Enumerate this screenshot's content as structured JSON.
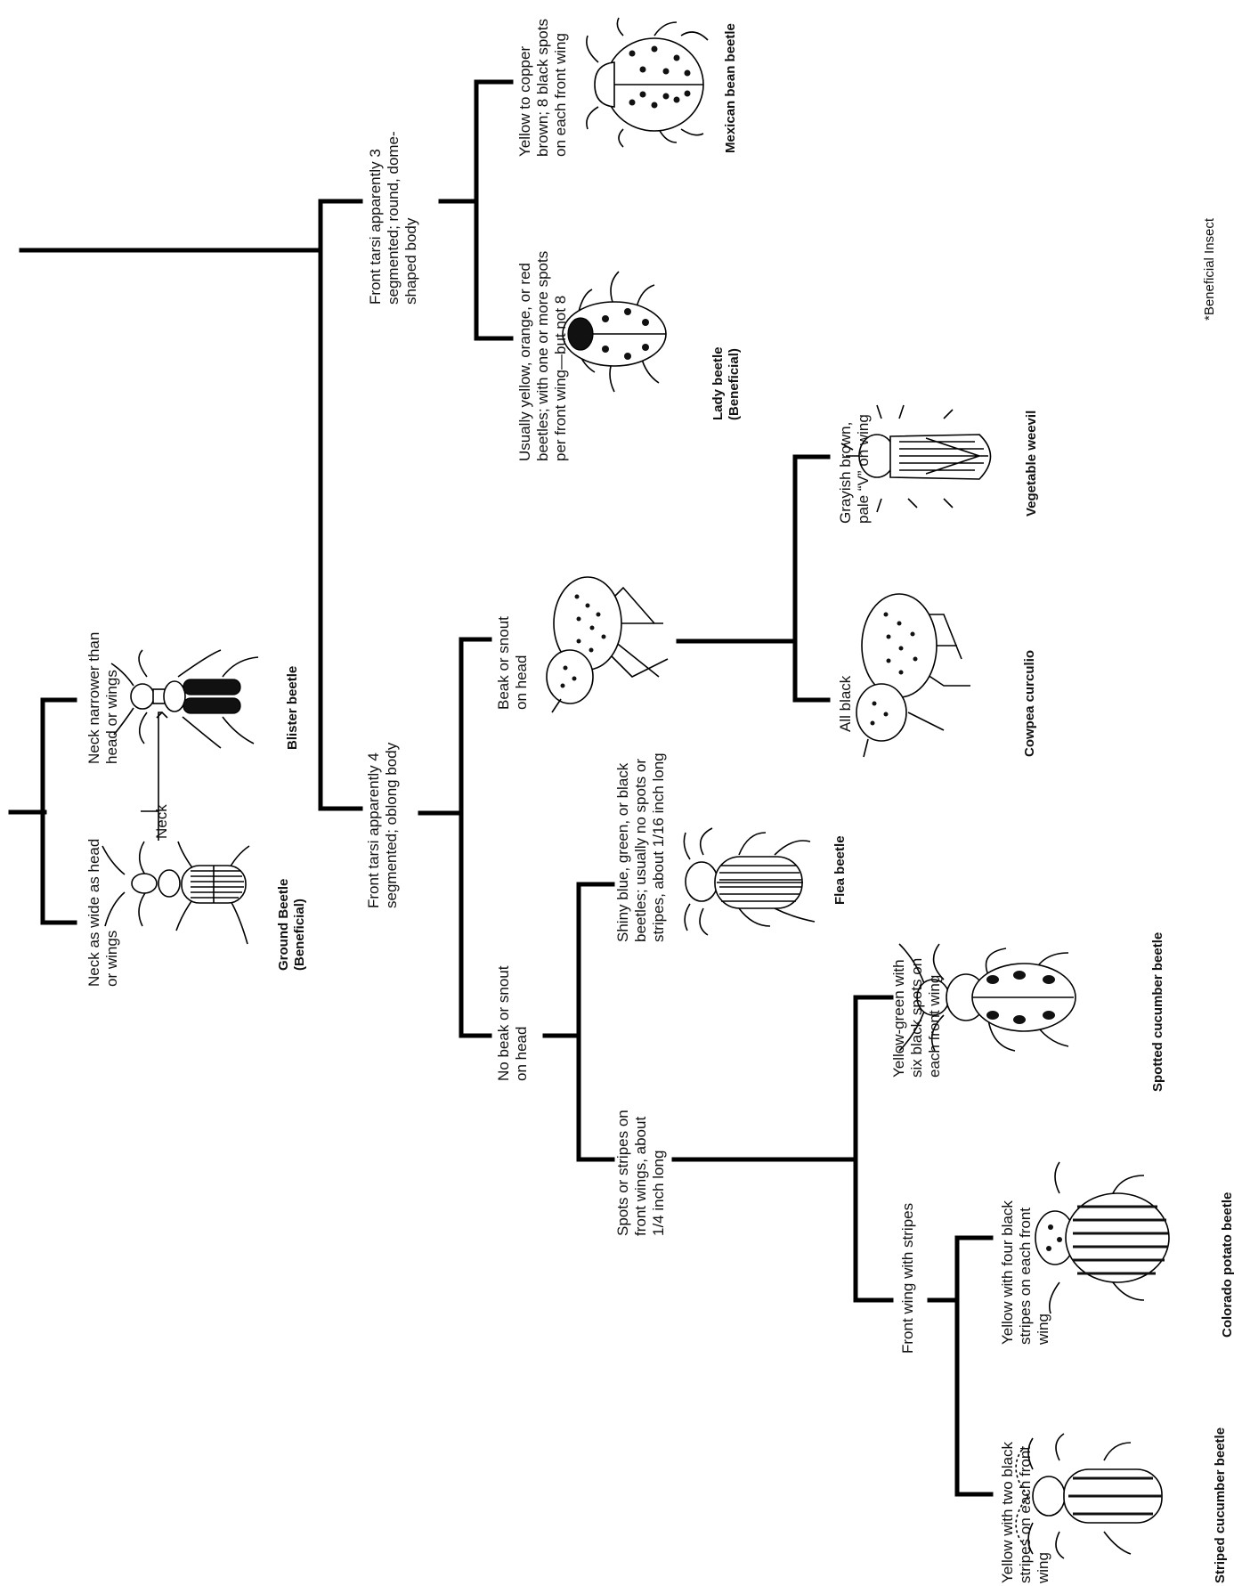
{
  "nodes": {
    "neck_wide": "Neck as wide as head\nor wings",
    "neck_narrow": "Neck narrower than\nhead or wings",
    "neck_pointer": "Neck",
    "tarsi_4": "Front tarsi apparently 4\nsegmented; oblong body",
    "tarsi_3": "Front tarsi apparently 3\nsegmented; round, dome-\nshaped body",
    "no_beak": "No beak or snout\non head",
    "beak": "Beak or snout\non head",
    "shiny": "Shiny blue, green, or black\nbeetles; usually no spots or\nstripes, about 1/16 inch long",
    "spots_stripes": "Spots or stripes on\nfront wings, about\n1/4 inch long",
    "all_black": "All black",
    "grayish": "Grayish brown,\npale “V” on wing",
    "usually_yellow": "Usually yellow, orange, or red\nbeetles; with one or more spots\nper front wing—but not 8",
    "yellow_copper": "Yellow to copper\nbrown; 8 black spots\non each front wing",
    "yellow_green": "Yellow-green with\nsix black spots on\neach front wing",
    "front_wing_stripes": "Front wing with stripes",
    "two_stripes": "Yellow with two black\nstripes on each front\nwing",
    "four_stripes": "Yellow with four black\nstripes on each front\nwing"
  },
  "insects": {
    "ground_beetle": "Ground Beetle\n(Beneficial)",
    "blister_beetle": "Blister beetle",
    "lady_beetle": "Lady beetle\n(Beneficial)",
    "mexican_bean_beetle": "Mexican bean beetle",
    "vegetable_weevil": "Vegetable weevil",
    "cowpea_curculio": "Cowpea curculio",
    "flea_beetle": "Flea beetle",
    "spotted_cucumber_beetle": "Spotted cucumber beetle",
    "colorado_potato_beetle": "Colorado potato beetle",
    "striped_cucumber_beetle": "Striped cucumber beetle"
  },
  "footnote": "*Beneficial Insect"
}
